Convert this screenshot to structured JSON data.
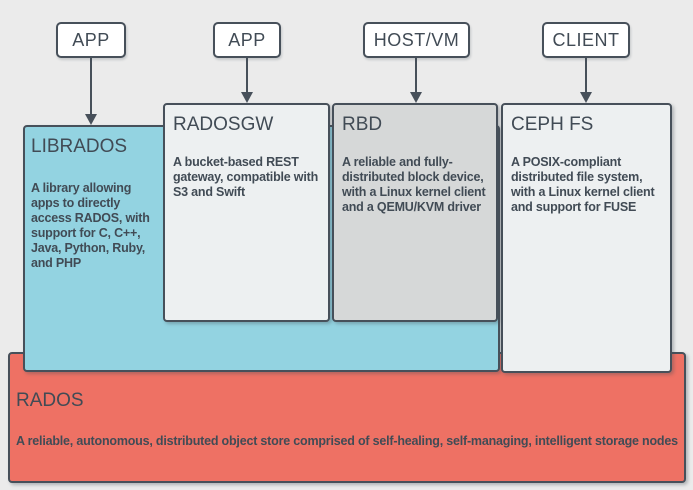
{
  "diagram": {
    "top_nodes": [
      {
        "label": "APP"
      },
      {
        "label": "APP"
      },
      {
        "label": "HOST/VM"
      },
      {
        "label": "CLIENT"
      }
    ],
    "layers": {
      "librados": {
        "title": "LIBRADOS",
        "description": "A library allowing apps to directly access RADOS, with support for C, C++, Java, Python, Ruby, and PHP"
      },
      "radosgw": {
        "title": "RADOSGW",
        "description": "A bucket-based REST gateway, compatible with S3 and Swift"
      },
      "rbd": {
        "title": "RBD",
        "description": "A reliable and fully-distributed block device, with a Linux kernel client and a QEMU/KVM driver"
      },
      "cephfs": {
        "title": "CEPH FS",
        "description": "A POSIX-compliant distributed file system, with a Linux kernel client and support for FUSE"
      },
      "rados": {
        "title": "RADOS",
        "description": "A reliable, autonomous, distributed object store comprised of self-healing, self-managing, intelligent storage nodes"
      }
    },
    "colors": {
      "background": "#ebebeb",
      "border": "#47505a",
      "text": "#414b55",
      "node_fill": "#ffffff",
      "librados_fill": "#93d3e1",
      "radosgw_fill": "#edf0f1",
      "rbd_fill": "#d6d8d8",
      "cephfs_fill": "#edf0f1",
      "rados_fill": "#ee7164"
    }
  }
}
